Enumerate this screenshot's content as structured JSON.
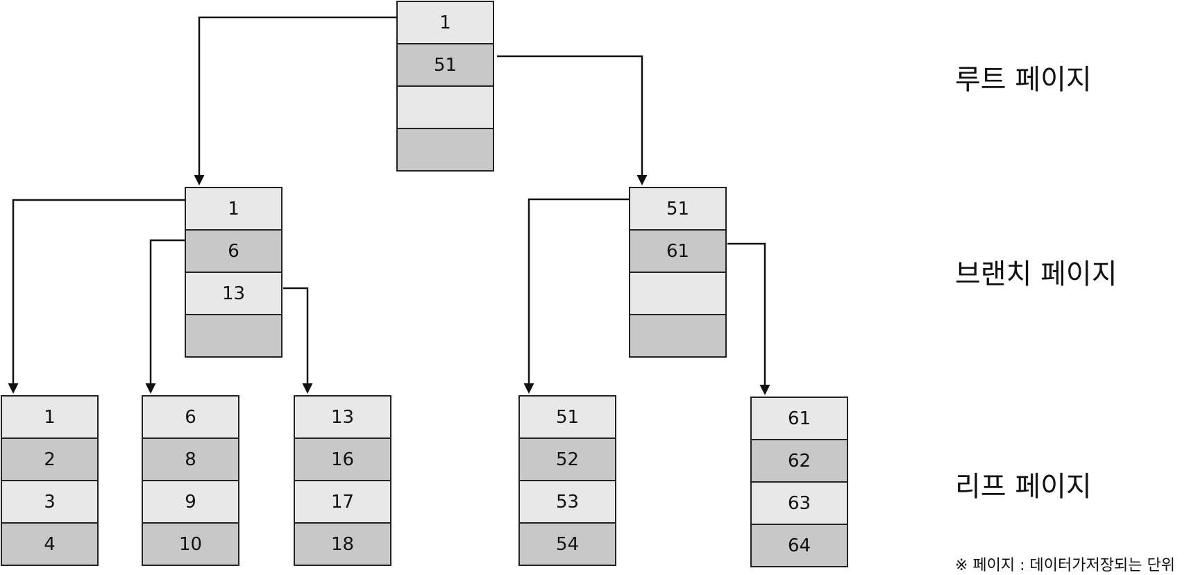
{
  "diagram": {
    "levels": {
      "root": "루트 페이지",
      "branch": "브랜치 페이지",
      "leaf": "리프 페이지"
    },
    "footnote": "※ 페이지 : 데이터가저장되는 단위",
    "pages": {
      "root": [
        "1",
        "51",
        "",
        ""
      ],
      "branch_left": [
        "1",
        "6",
        "13",
        ""
      ],
      "branch_right": [
        "51",
        "61",
        "",
        ""
      ],
      "leaf_1": [
        "1",
        "2",
        "3",
        "4"
      ],
      "leaf_6": [
        "6",
        "8",
        "9",
        "10"
      ],
      "leaf_13": [
        "13",
        "16",
        "17",
        "18"
      ],
      "leaf_51": [
        "51",
        "52",
        "53",
        "54"
      ],
      "leaf_61": [
        "61",
        "62",
        "63",
        "64"
      ]
    },
    "colors": {
      "cell_light": "#e8e8e8",
      "cell_dark": "#c8c8c8",
      "border": "#222222",
      "arrow": "#111111"
    }
  }
}
